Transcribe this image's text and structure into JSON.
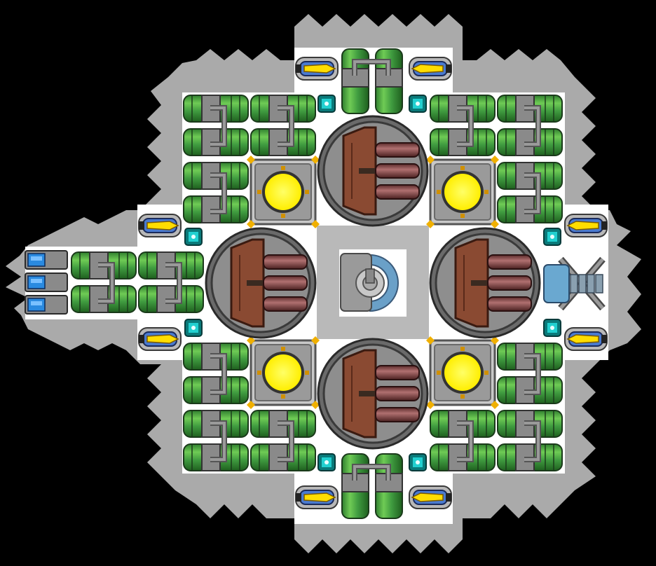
{
  "colors": {
    "background": "#000000",
    "armor": "#aaaaaa",
    "armor_edge": "#8f8f8f",
    "floor": "#ffffff",
    "core_floor": "#b9b9b9",
    "tank_green": "#3f9b3f",
    "tank_green_light": "#6fcb55",
    "tank_green_dark": "#1f5f1f",
    "pipe_gray": "#7a7a7a",
    "pipe_dark": "#3a3a3a",
    "reactor_yellow": "#ffff00",
    "reactor_box": "#c8c8c8",
    "turret_ring": "#4a4a4a",
    "turret_base": "#8a4a32",
    "barrel": "#8a4a4a",
    "thruster_yellow": "#ffdd00",
    "thruster_blue": "#3a6ad0",
    "sensor_cyan": "#22d0d0",
    "engine_blue": "#2a8ae0"
  },
  "parts": {
    "core": "command-core",
    "turret": "heavy-cannon-turret",
    "reactor": "reactor",
    "tank_block": "fuel-tank-cluster",
    "thruster": "maneuver-thruster",
    "sensor": "sensor-node",
    "engine": "ion-engine",
    "antenna": "antenna-array"
  }
}
